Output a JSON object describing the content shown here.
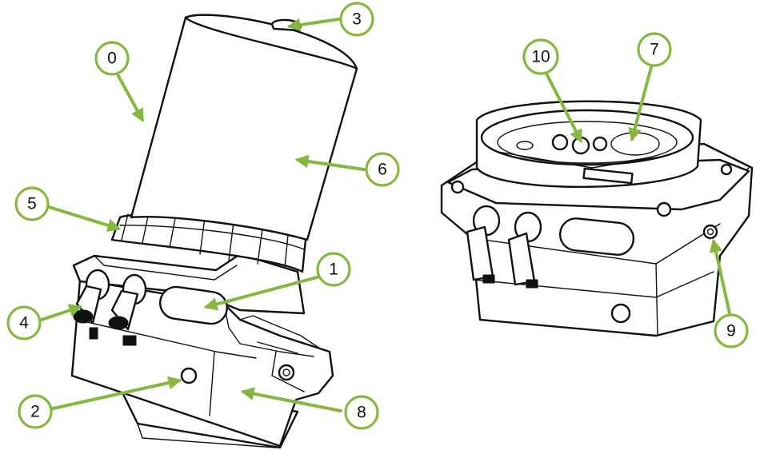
{
  "diagram": {
    "colors": {
      "callout": "#86b83f",
      "outline": "#111111",
      "background": "#ffffff"
    },
    "callouts": [
      {
        "id": "0",
        "label": "0"
      },
      {
        "id": "1",
        "label": "1"
      },
      {
        "id": "2",
        "label": "2"
      },
      {
        "id": "3",
        "label": "3"
      },
      {
        "id": "4",
        "label": "4"
      },
      {
        "id": "5",
        "label": "5"
      },
      {
        "id": "6",
        "label": "6"
      },
      {
        "id": "7",
        "label": "7"
      },
      {
        "id": "8",
        "label": "8"
      },
      {
        "id": "9",
        "label": "9"
      },
      {
        "id": "10",
        "label": "10"
      }
    ]
  }
}
